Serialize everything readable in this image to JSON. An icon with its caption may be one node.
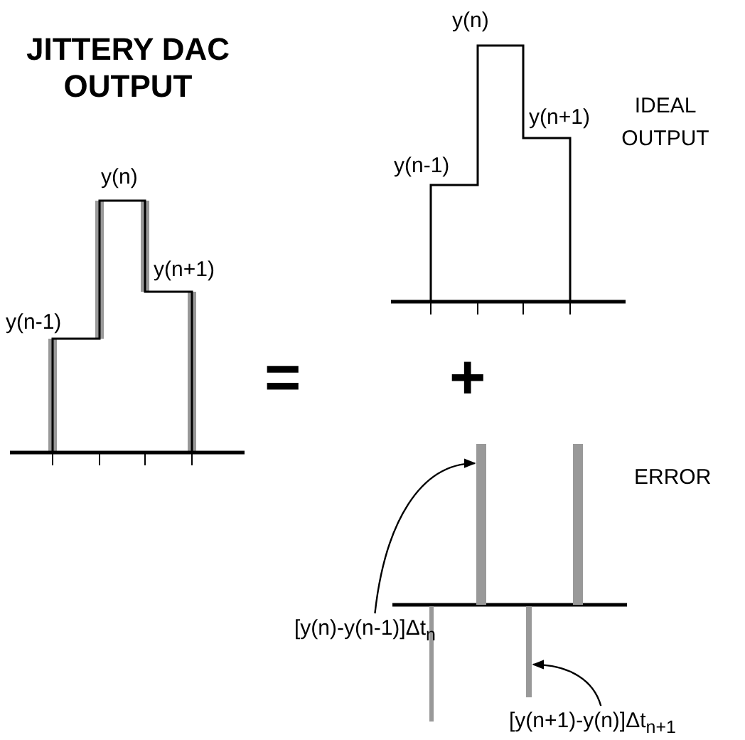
{
  "diagram": {
    "nodes": [
      {
        "text": [
          "[y(n)-y(n-1)]Δt$_{n}$"
        ]
      },
      {
        "text": [],
        "shape": "bar"
      },
      {
        "text": [
          "[y(n+1)-y(n)]Δt$_{n+1}$"
        ]
      },
      {
        "text": [],
        "shape": "bar"
      }
    ],
    "edges": [
      {
        "from": 0,
        "to": 1,
        "arrow": "to"
      },
      {
        "from": 2,
        "to": 3,
        "arrow": "to"
      }
    ],
    "labels": [
      "JITTERY DAC OUTPUT",
      "y(n)",
      "y(n)",
      "y(n-1)",
      "IDEAL OUTPUT",
      "y(n+1)",
      "y(n+1)",
      "y(n-1)",
      "=",
      "+",
      "ERROR"
    ]
  }
}
